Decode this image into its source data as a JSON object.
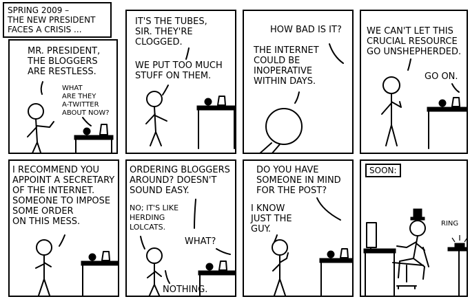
{
  "comic": {
    "caption": "SPRING 2009 –\nTHE NEW PRESIDENT\nFACES A CRISIS ...",
    "panels": [
      {
        "lines": [
          "MR. PRESIDENT,\nTHE BLOGGERS\nARE RESTLESS.",
          "WHAT\nARE THEY\nA-TWITTER\nABOUT NOW?"
        ]
      },
      {
        "lines": [
          "IT'S THE TUBES,\nSIR. THEY'RE\nCLOGGED.",
          "WE PUT TOO MUCH\nSTUFF ON THEM."
        ]
      },
      {
        "lines": [
          "HOW BAD IS IT?",
          "THE INTERNET\nCOULD BE\nINOPERATIVE\nWITHIN DAYS."
        ]
      },
      {
        "lines": [
          "WE CAN'T LET THIS\nCRUCIAL RESOURCE\nGO UNSHEPHERDED.",
          "GO ON."
        ]
      },
      {
        "lines": [
          "I RECOMMEND YOU\nAPPOINT A SECRETARY\nOF THE INTERNET.\nSOMEONE TO IMPOSE\nSOME ORDER\nON THIS MESS."
        ]
      },
      {
        "lines": [
          "ORDERING BLOGGERS\nAROUND? DOESN'T\nSOUND EASY.",
          "NO; IT'S LIKE\nHERDING\nLOLCATS.",
          "WHAT?",
          "NOTHING."
        ]
      },
      {
        "lines": [
          "DO YOU HAVE\nSOMEONE IN MIND\nFOR THE POST?",
          "I KNOW\nJUST THE\nGUY."
        ]
      },
      {
        "lines": [
          "SOON:",
          "RING"
        ]
      }
    ]
  }
}
